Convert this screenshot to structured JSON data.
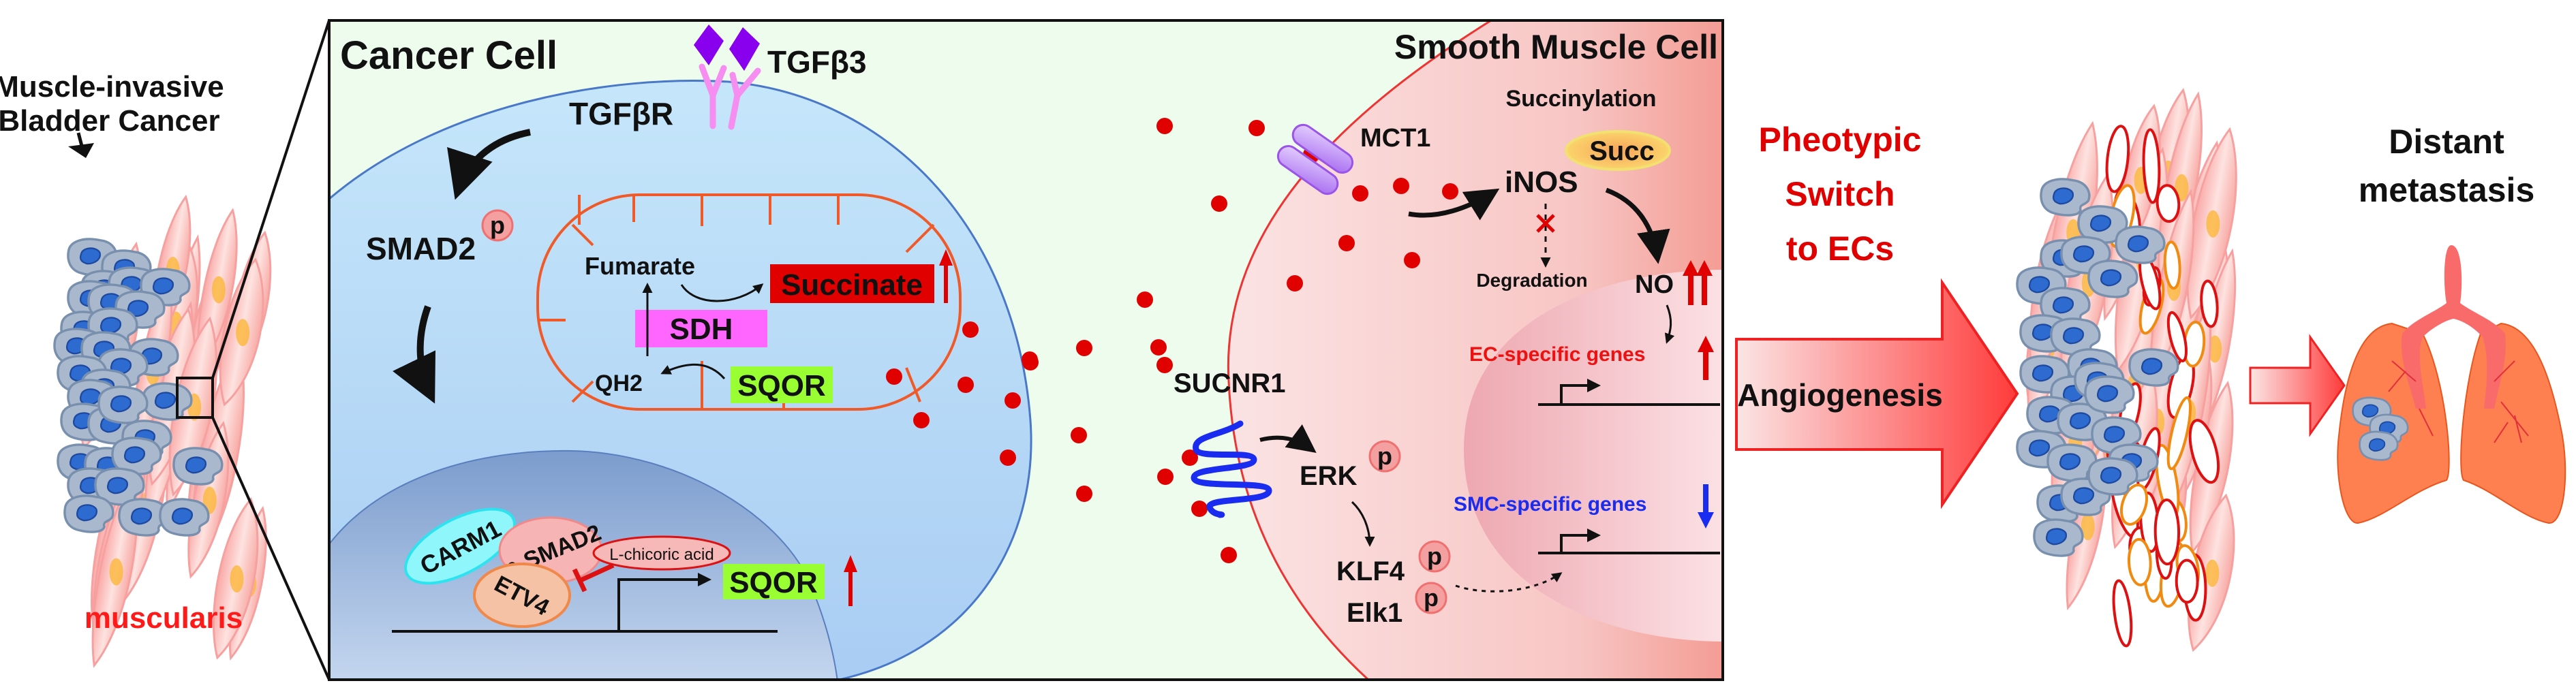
{
  "left_tissue": {
    "title_line1": "Muscle-invasive",
    "title_line2": "Bladder Cancer",
    "label": "muscularis"
  },
  "cancer_cell": {
    "title": "Cancer Cell",
    "ligand": "TGFβ3",
    "receptor": "TGFβR",
    "smad2": "SMAD2",
    "phospho": "p",
    "mito": {
      "fumarate": "Fumarate",
      "succinate": "Succinate",
      "sdh": "SDH",
      "qh2": "QH2",
      "sqor": "SQOR"
    },
    "nucleus": {
      "carm1": "CARM1",
      "psmad2": "p-SMAD2",
      "etv4": "ETV4",
      "inhibitor": "L-chicoric acid",
      "sqor": "SQOR"
    }
  },
  "smooth_muscle_cell": {
    "title": "Smooth Muscle Cell",
    "succinylation": "Succinylation",
    "mct1": "MCT1",
    "succ": "Succ",
    "inos": "iNOS",
    "degradation": "Degradation",
    "no": "NO",
    "ec_genes": "EC-specific genes",
    "smc_genes": "SMC-specific genes",
    "sucnr1": "SUCNR1",
    "erk": "ERK",
    "klf4": "KLF4",
    "elk1": "Elk1",
    "phospho": "p"
  },
  "switch": {
    "line1": "Pheotypic",
    "line2": "Switch",
    "line3": "to ECs",
    "arrow_label": "Angiogenesis"
  },
  "metastasis": {
    "line1": "Distant",
    "line2": "metastasis"
  },
  "colors": {
    "up_arrow": "#e00000",
    "down_arrow": "#1a2cf0",
    "succinate_box": "#e00000",
    "sdh_box": "#ff66ff",
    "sqor_box": "#99ff33",
    "cancer_cell_fill": "#b9dcf7",
    "smc_fill": "#f9cfcf",
    "background": "#eefcee"
  }
}
